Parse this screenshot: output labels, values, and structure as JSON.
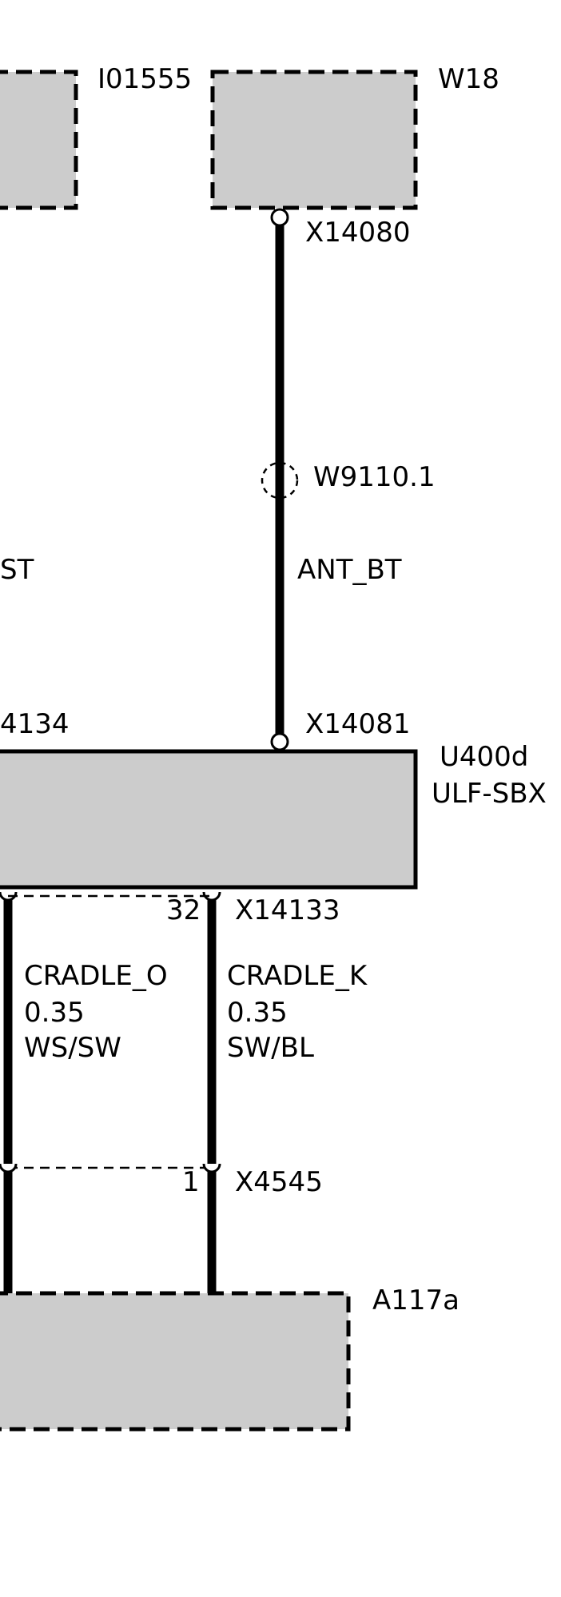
{
  "components": {
    "i01555": {
      "label": "I01555"
    },
    "w18": {
      "label": "W18"
    },
    "u400d": {
      "label": "U400d",
      "sublabel": "ULF-SBX"
    },
    "a117a": {
      "label": "A117a"
    }
  },
  "connectors": {
    "x14080": {
      "label": "X14080"
    },
    "x14081": {
      "label": "X14081"
    },
    "x14134_partial": {
      "label": "4134"
    },
    "x14133": {
      "label": "X14133",
      "pin_right": "32"
    },
    "x4545": {
      "label": "X4545",
      "pin_right": "1"
    }
  },
  "shield": {
    "label": "W9110.1"
  },
  "wires": {
    "ant_bt": {
      "signal": "ANT_BT"
    },
    "left_partial": {
      "signal": "ST"
    },
    "cradle_o": {
      "signal": "CRADLE_O",
      "gauge": "0.35",
      "color": "WS/SW"
    },
    "cradle_k": {
      "signal": "CRADLE_K",
      "gauge": "0.35",
      "color": "SW/BL"
    }
  },
  "colors": {
    "fill": "#cccccc",
    "stroke": "#000000"
  }
}
